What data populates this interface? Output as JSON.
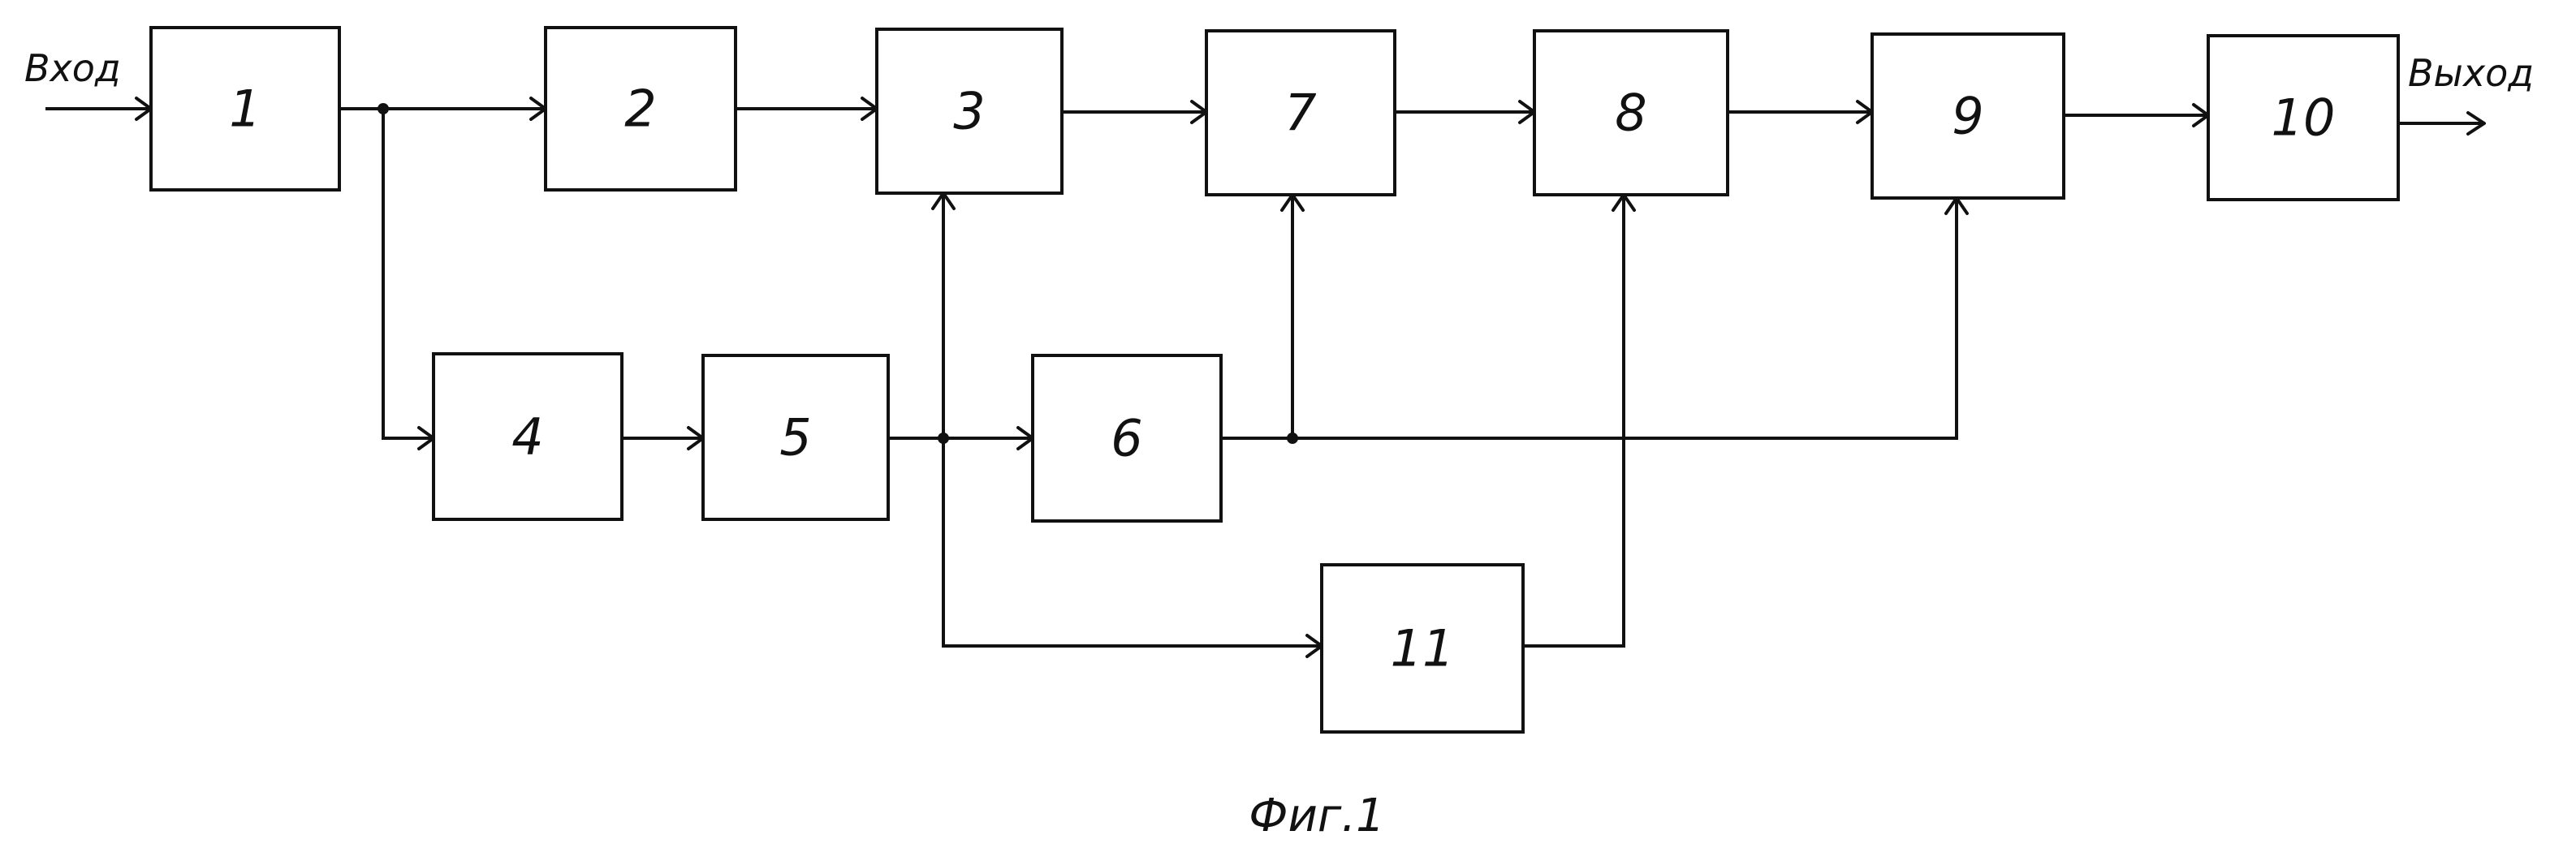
{
  "diagram": {
    "input_label": "Вход",
    "output_label": "Выход",
    "caption": "Фиг.1",
    "blocks": {
      "b1": "1",
      "b2": "2",
      "b3": "3",
      "b4": "4",
      "b5": "5",
      "b6": "6",
      "b7": "7",
      "b8": "8",
      "b9": "9",
      "b10": "10",
      "b11": "11"
    },
    "connections": [
      [
        "input",
        "1"
      ],
      [
        "1",
        "2"
      ],
      [
        "1",
        "4"
      ],
      [
        "2",
        "3"
      ],
      [
        "3",
        "7"
      ],
      [
        "7",
        "8"
      ],
      [
        "8",
        "9"
      ],
      [
        "9",
        "10"
      ],
      [
        "10",
        "output"
      ],
      [
        "4",
        "5"
      ],
      [
        "5",
        "6"
      ],
      [
        "5",
        "3"
      ],
      [
        "5",
        "11"
      ],
      [
        "6",
        "7"
      ],
      [
        "6",
        "9"
      ],
      [
        "11",
        "8"
      ]
    ]
  }
}
